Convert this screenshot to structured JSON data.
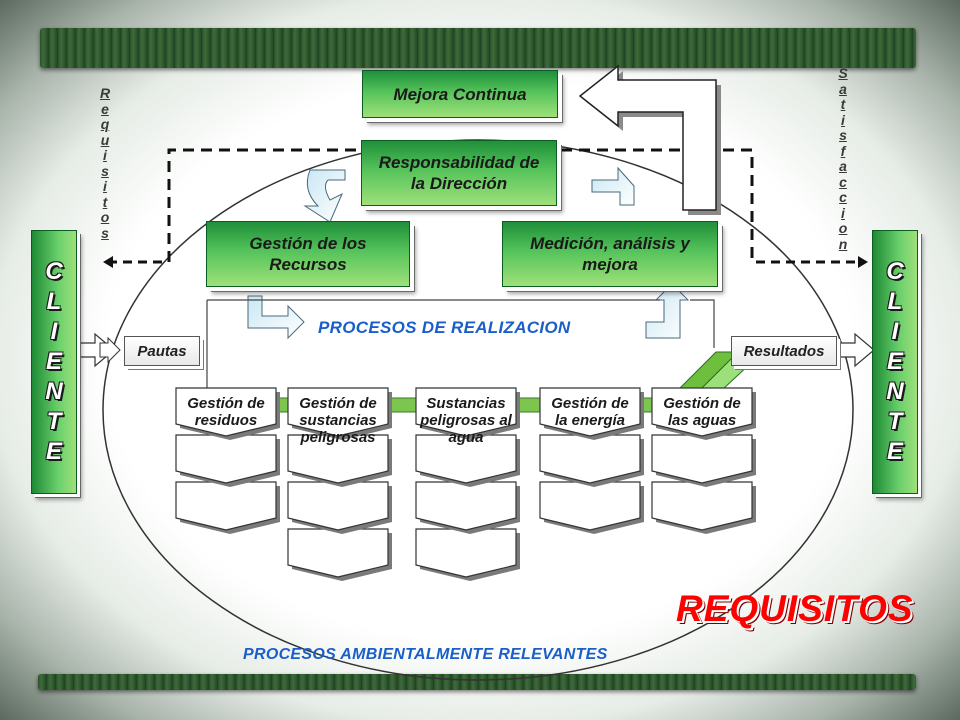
{
  "top_boxes": {
    "mejora": "Mejora Continua",
    "responsabilidad": "Responsabilidad de la Dirección",
    "recursos": "Gestión de los Recursos",
    "medicion": "Medición, análisis y mejora"
  },
  "side_text": {
    "requisitos": [
      "R",
      "e",
      "q",
      "u",
      "i",
      "s",
      "i",
      "t",
      "o",
      "s"
    ],
    "satisfaccion": [
      "S",
      "a",
      "t",
      "i",
      "s",
      "f",
      "a",
      "c",
      "c",
      "i",
      "o",
      "n"
    ]
  },
  "cliente_left": [
    "C",
    "L",
    "I",
    "E",
    "N",
    "T",
    "E"
  ],
  "cliente_right": [
    "C",
    "L",
    "I",
    "E",
    "N",
    "T",
    "E"
  ],
  "pautas": "Pautas",
  "resultados": "Resultados",
  "procesos_realizacion": "PROCESOS DE REALIZACION",
  "processes": [
    {
      "title": "Gestión de residuos"
    },
    {
      "title": "Gestión de sustancias peligrosas"
    },
    {
      "title": "Sustancias peligrosas al agua"
    },
    {
      "title": "Gestión de la energía"
    },
    {
      "title": "Gestión de las aguas"
    }
  ],
  "requisitos_big": "REQUISITOS",
  "procesos_ambientales": "PROCESOS AMBIENTALMENTE RELEVANTES",
  "colors": {
    "green_dark": "#1f8f3a",
    "green_light": "#9fe07a",
    "blue": "#1a5fc9",
    "red": "#ff0000",
    "bar": "#2f5a2e"
  }
}
